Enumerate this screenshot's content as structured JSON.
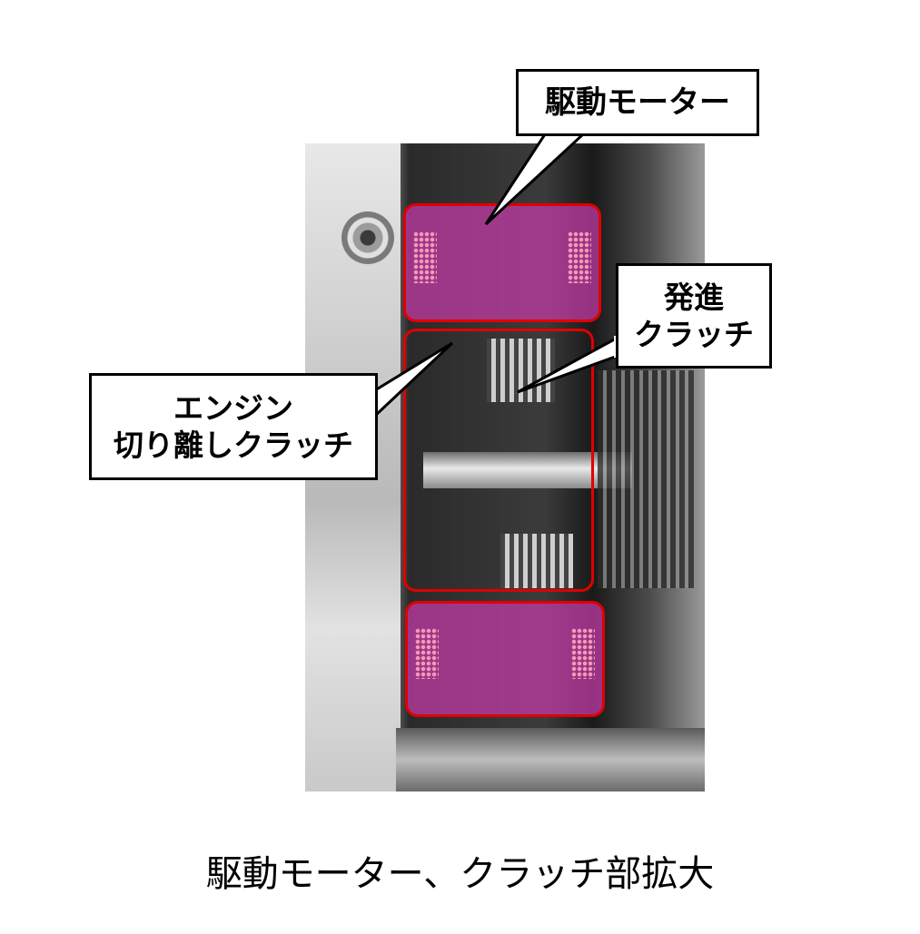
{
  "figure": {
    "caption": "駆動モーター、クラッチ部拡大",
    "photo_subject": "transmission cutaway (drive motor and clutches)"
  },
  "callouts": {
    "drive_motor": {
      "lines": [
        "駆動モーター"
      ]
    },
    "start_clutch": {
      "lines": [
        "発進",
        "クラッチ"
      ]
    },
    "engine_disconnect_clutch": {
      "lines": [
        "エンジン",
        "切り離しクラッチ"
      ]
    }
  },
  "highlights": {
    "motor_top": {
      "label": "drive-motor-upper",
      "fill": "#c83caa",
      "border": "#e00000"
    },
    "clutch_center": {
      "label": "clutch-assembly",
      "border": "#e00000"
    },
    "motor_bottom": {
      "label": "drive-motor-lower",
      "fill": "#c83caa",
      "border": "#e00000"
    }
  }
}
